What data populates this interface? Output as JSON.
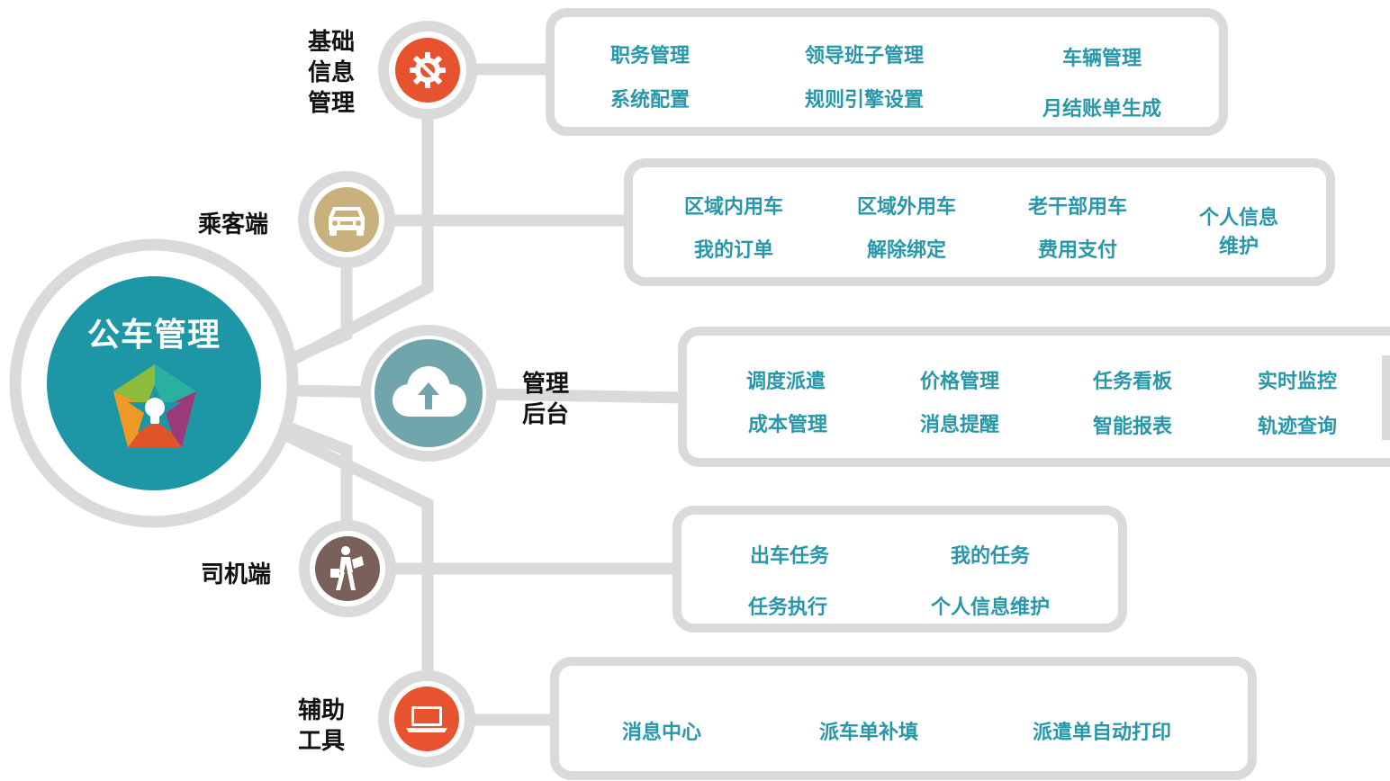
{
  "hub": {
    "title": "公车管理"
  },
  "colors": {
    "hub": "#1d97a6",
    "connector": "#dadada",
    "item_text": "#2897aa",
    "node_basic": "#e8532f",
    "node_passenger": "#c8b17d",
    "node_admin": "#6fa5ab",
    "node_driver": "#79605a",
    "node_tools": "#e8532f"
  },
  "nodes": {
    "basic": {
      "label": "基础\n信息\n管理",
      "icon": "gear-wrench-icon"
    },
    "passenger": {
      "label": "乘客端",
      "icon": "car-icon"
    },
    "admin": {
      "label": "管理\n后台",
      "icon": "cloud-upload-icon"
    },
    "driver": {
      "label": "司机端",
      "icon": "walking-driver-icon"
    },
    "tools": {
      "label": "辅助\n工具",
      "icon": "laptop-icon"
    }
  },
  "panels": {
    "basic": {
      "items": [
        "职务管理",
        "领导班子管理",
        "车辆管理",
        "系统配置",
        "规则引擎设置",
        "月结账单生成"
      ]
    },
    "passenger": {
      "items": [
        "区域内用车",
        "区域外用车",
        "老干部用车",
        "个人信息\n维护",
        "我的订单",
        "解除绑定",
        "费用支付"
      ]
    },
    "admin": {
      "items": [
        "调度派遣",
        "价格管理",
        "任务看板",
        "实时监控",
        "成本管理",
        "消息提醒",
        "智能报表",
        "轨迹查询"
      ]
    },
    "driver": {
      "items": [
        "出车任务",
        "我的任务",
        "任务执行",
        "个人信息维护"
      ]
    },
    "tools": {
      "items": [
        "消息中心",
        "派车单补填",
        "派遣单自动打印"
      ]
    }
  }
}
